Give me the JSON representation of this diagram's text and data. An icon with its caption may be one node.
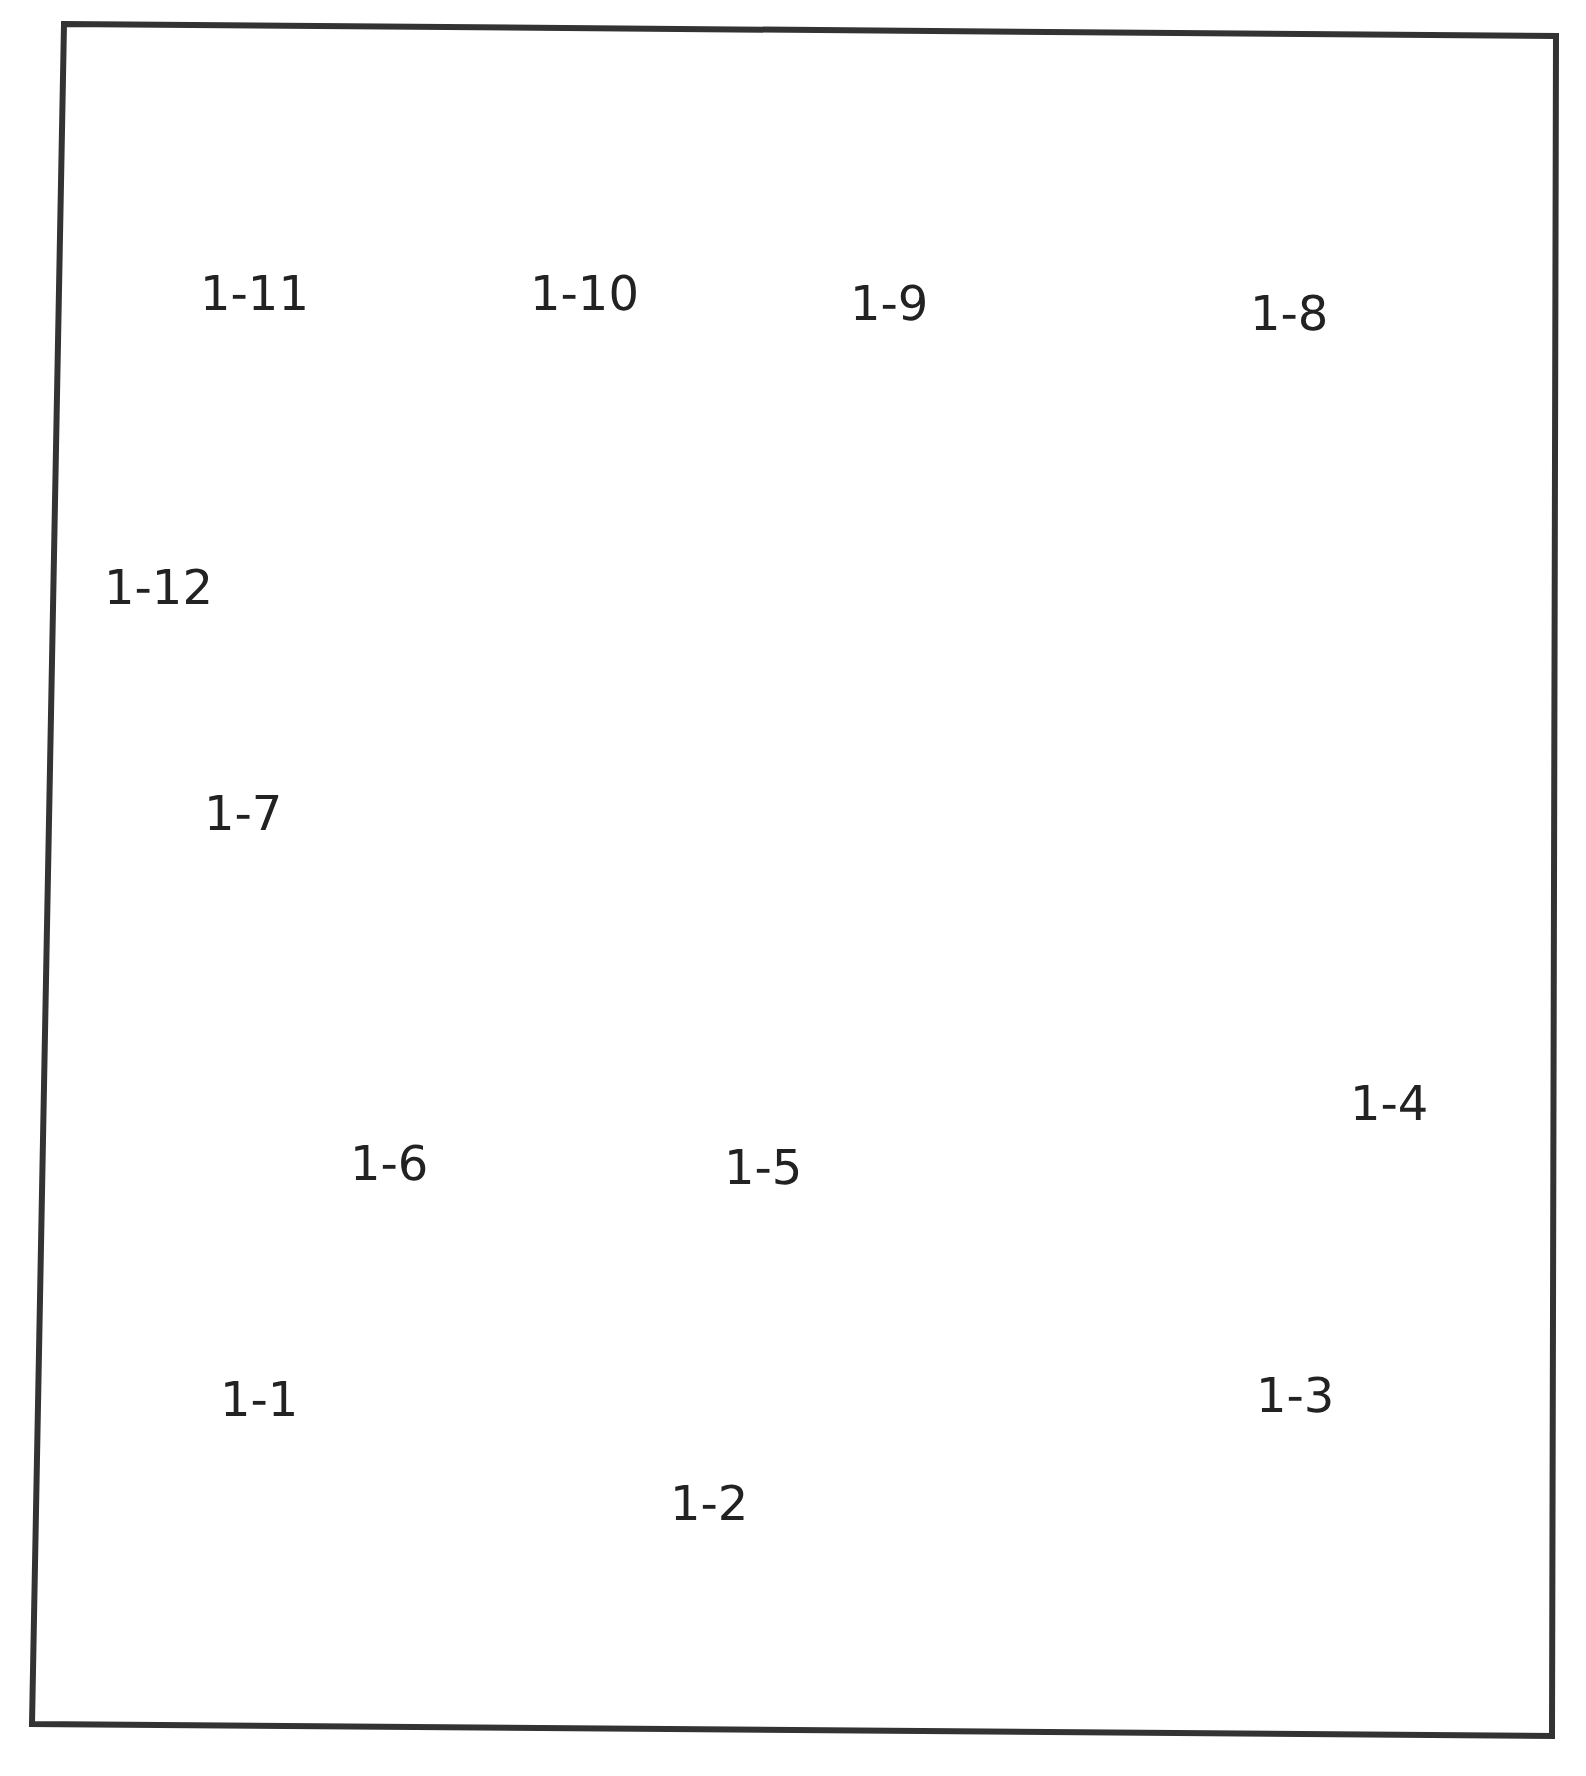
{
  "diagram": {
    "labels": [
      "1-11",
      "1-10",
      "1-9",
      "1-8",
      "1-12",
      "1-7",
      "1-4",
      "1-6",
      "1-5",
      "1-1",
      "1-3",
      "1-2"
    ]
  }
}
